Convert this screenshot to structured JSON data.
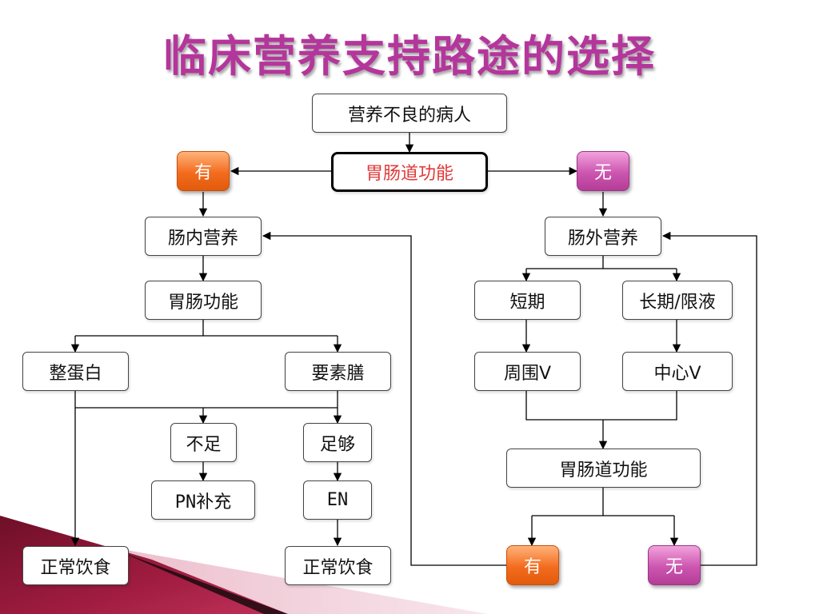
{
  "title": "临床营养支持路途的选择",
  "nodes": {
    "patient": "营养不良的病人",
    "gi_function_top": "胃肠道功能",
    "yes_top": "有",
    "no_top": "无",
    "enteral": "肠内营养",
    "parenteral": "肠外营养",
    "gi_function_left": "胃肠功能",
    "whole_protein": "整蛋白",
    "elemental": "要素膳",
    "short_term": "短期",
    "long_term": "长期/限液",
    "peripheral_v": "周围V",
    "central_v": "中心V",
    "insufficient": "不足",
    "sufficient": "足够",
    "gi_function_right": "胃肠道功能",
    "pn_supplement": "PN补充",
    "en": "EN",
    "normal_diet_left": "正常饮食",
    "normal_diet_mid": "正常饮食",
    "yes_bottom": "有",
    "no_bottom": "无"
  },
  "colors": {
    "title": "#b4369b",
    "highlight_text": "#e03a3a",
    "yes_pill": "#f36c1e",
    "no_pill": "#cc55b0",
    "deco_band": "#8e1535"
  }
}
